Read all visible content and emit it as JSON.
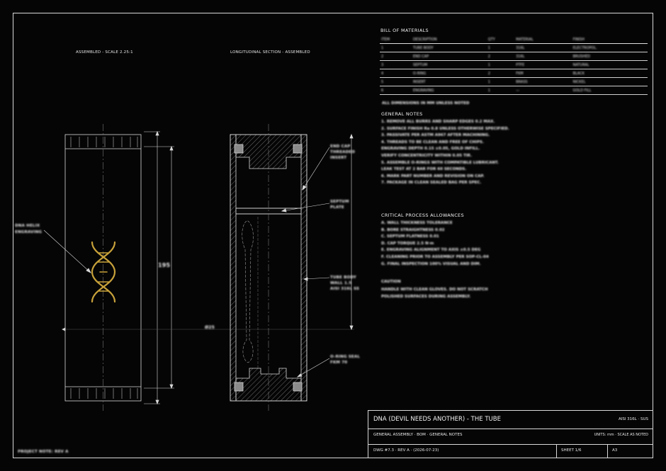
{
  "views": {
    "assembled_title": "ASSEMBLED - SCALE 2.25:1",
    "section_title": "LONGITUDINAL SECTION - ASSEMBLED"
  },
  "callouts": {
    "left_dna_label": [
      "DNA HELIX",
      "ENGRAVING"
    ],
    "dim_overall_length": "195",
    "dim_center": "Ø25",
    "section_top_label": [
      "END CAP",
      "THREADED",
      "INSERT"
    ],
    "section_mid_label": [
      "SEPTUM",
      "PLATE"
    ],
    "section_body_label": [
      "TUBE BODY",
      "WALL 1.5",
      "AISI 316L SS"
    ],
    "section_bottom_label": [
      "O-RING SEAL",
      "FKM 70"
    ],
    "footer_left": "PROJECT NOTE: REV A"
  },
  "bom": {
    "title": "BILL OF MATERIALS",
    "headers": [
      "ITEM",
      "DESCRIPTION",
      "QTY",
      "MATERIAL",
      "FINISH"
    ],
    "rows": [
      [
        "1",
        "TUBE BODY",
        "1",
        "316L",
        "ELECTROPOL."
      ],
      [
        "2",
        "END CAP",
        "2",
        "316L",
        "BRUSHED"
      ],
      [
        "3",
        "SEPTUM",
        "1",
        "PTFE",
        "NATURAL"
      ],
      [
        "4",
        "O-RING",
        "2",
        "FKM",
        "BLACK"
      ],
      [
        "5",
        "INSERT",
        "1",
        "BRASS",
        "NICKEL"
      ],
      [
        "6",
        "ENGRAVING",
        "1",
        "—",
        "GOLD FILL"
      ]
    ],
    "footnote": "ALL DIMENSIONS IN MM UNLESS NOTED"
  },
  "general_notes": {
    "title": "GENERAL NOTES",
    "lines": [
      "1. REMOVE ALL BURRS AND SHARP EDGES 0.2 MAX.",
      "2. SURFACE FINISH Ra 0.8 UNLESS OTHERWISE SPECIFIED.",
      "3. PASSIVATE PER ASTM A967 AFTER MACHINING.",
      "4. THREADS TO BE CLEAN AND FREE OF CHIPS.",
      "   ENGRAVING DEPTH 0.15 ±0.05, GOLD INFILL.",
      "     VERIFY CONCENTRICITY WITHIN 0.05 TIR.",
      "5. ASSEMBLE O-RINGS WITH COMPATIBLE LUBRICANT.",
      "   LEAK TEST AT 2 BAR FOR 60 SECONDS.",
      "6. MARK PART NUMBER AND REVISION ON CAP.",
      "7. PACKAGE IN CLEAN SEALED BAG PER SPEC."
    ]
  },
  "process_notes": {
    "title": "CRITICAL PROCESS ALLOWANCES",
    "lines": [
      "A. WALL THICKNESS TOLERANCE",
      "B. BORE STRAIGHTNESS 0.02",
      "C. SEPTUM FLATNESS 0.01",
      "D. CAP TORQUE 2.5 N·m",
      "E. ENGRAVING ALIGNMENT TO AXIS ±0.5 DEG",
      "F. CLEANING PRIOR TO ASSEMBLY PER SOP-CL-04",
      "G. FINAL INSPECTION 100% VISUAL AND DIM."
    ],
    "subtitle": "CAUTION",
    "sub_lines": [
      "HANDLE WITH CLEAN GLOVES. DO NOT SCRATCH",
      "POLISHED SURFACES DURING ASSEMBLY."
    ]
  },
  "title_block": {
    "title": "DNA (DEVIL NEEDS ANOTHER) - THE TUBE",
    "material": "AISI 316L · SUS",
    "subtitle": "GENERAL ASSEMBLY · BOM · GENERAL NOTES",
    "units": "UNITS: mm · SCALE AS NOTED",
    "dwg": "DWG #7.3 · REV A · (2026-07-23)",
    "sheet": "SHEET 1/6",
    "size": "A3"
  },
  "colors": {
    "accent_gold": "#c8a23a",
    "line": "#d8d8d8",
    "background": "#050505"
  }
}
